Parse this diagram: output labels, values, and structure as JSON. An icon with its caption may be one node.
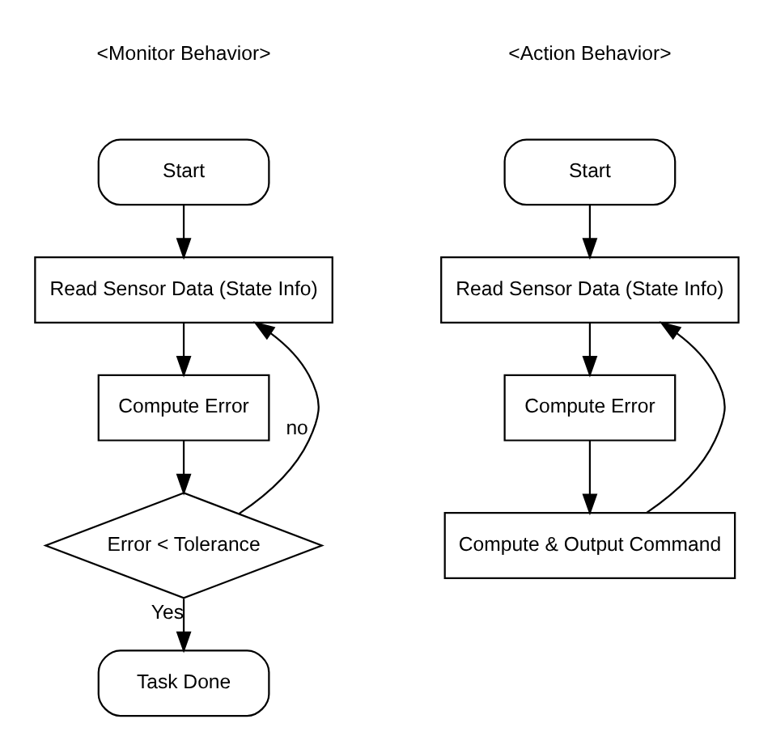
{
  "diagram": {
    "nodes": [
      {
        "text": [
          "Start"
        ]
      },
      {
        "text": [
          "Read Sensor Data (State Info)"
        ]
      },
      {
        "text": [
          "Compute Error"
        ]
      },
      {
        "text": [
          "Error < Tolerance"
        ]
      },
      {
        "text": [
          "Task Done"
        ]
      },
      {
        "text": [
          "Start"
        ]
      },
      {
        "text": [
          "Read Sensor Data (State Info)"
        ]
      },
      {
        "text": [
          "Compute Error"
        ]
      },
      {
        "text": [
          "Compute & Output Command"
        ]
      }
    ],
    "edges": [
      {
        "from": 0,
        "to": 1,
        "arrow": "to"
      },
      {
        "from": 1,
        "to": 2,
        "arrow": "to"
      },
      {
        "from": 2,
        "to": 3,
        "arrow": "to"
      },
      {
        "from": 3,
        "to": 1,
        "arrow": "to",
        "label": "no"
      },
      {
        "from": 3,
        "to": 4,
        "arrow": "to",
        "label": "Yes"
      },
      {
        "from": 5,
        "to": 6,
        "arrow": "to"
      },
      {
        "from": 6,
        "to": 7,
        "arrow": "to"
      },
      {
        "from": 7,
        "to": 8,
        "arrow": "to"
      },
      {
        "from": 8,
        "to": 6,
        "arrow": "to"
      }
    ],
    "labels": [
      "<Monitor Behavior>",
      "<Action Behavior>"
    ]
  }
}
